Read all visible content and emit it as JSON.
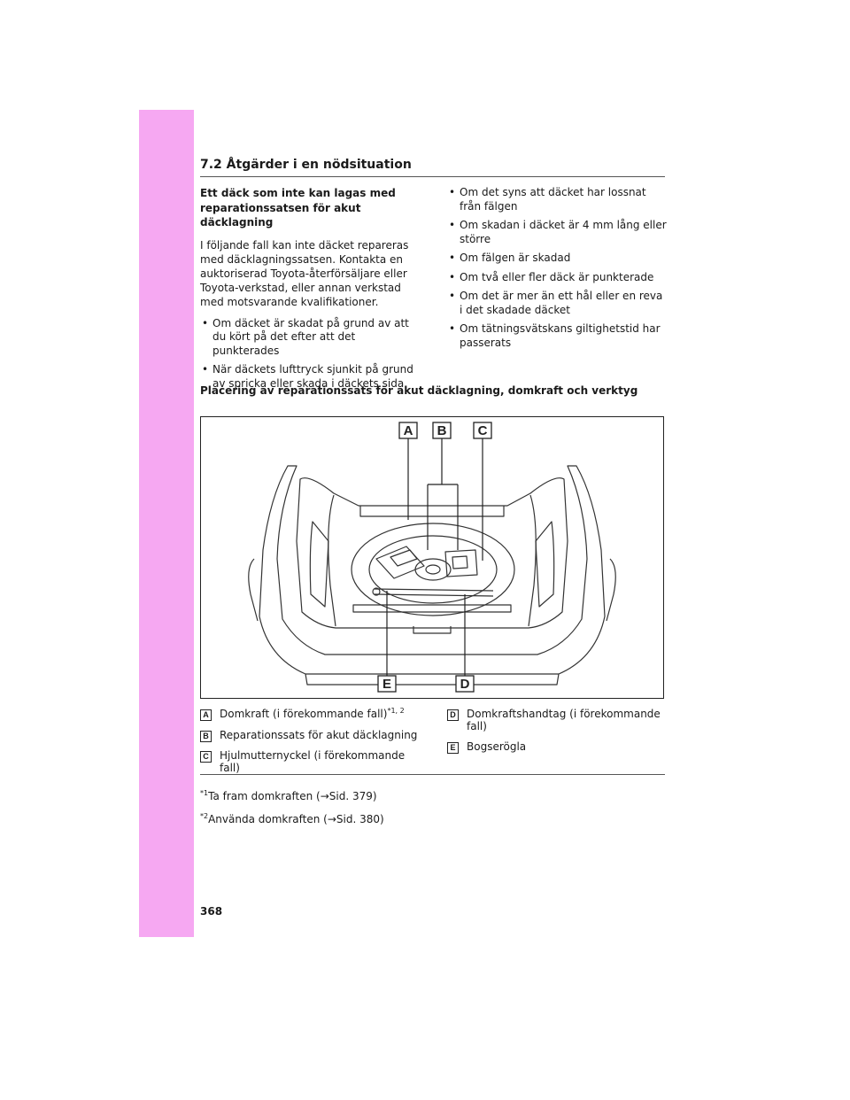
{
  "section": {
    "title": "7.2 Åtgärder i en nödsituation"
  },
  "left_column": {
    "heading": "Ett däck som inte kan lagas med reparationssatsen för akut däcklagning",
    "intro": "I följande fall kan inte däcket repareras med däcklagningssatsen. Kontakta en auktoriserad Toyota-återförsäljare eller Toyota-verkstad, eller annan verkstad med motsvarande kvalifikationer.",
    "bullets": [
      "Om däcket är skadat på grund av att du kört på det efter att det punkterades",
      "När däckets lufttryck sjunkit på grund av spricka eller skada i däckets sida"
    ]
  },
  "right_column": {
    "bullets": [
      "Om det syns att däcket har lossnat från fälgen",
      "Om skadan i däcket är 4 mm lång eller större",
      "Om fälgen är skadad",
      "Om två eller fler däck är punkterade",
      "Om det är mer än ett hål eller en reva i det skadade däcket",
      "Om tätningsvätskans giltighetstid har passerats"
    ]
  },
  "figure": {
    "title": "Placering av reparationssats för akut däcklagning, domkraft och verktyg",
    "callouts": {
      "a": "A",
      "b": "B",
      "c": "C",
      "d": "D",
      "e": "E"
    }
  },
  "legend": {
    "a": {
      "letter": "A",
      "text": "Domkraft (i förekommande fall)",
      "sup": "*1, 2"
    },
    "b": {
      "letter": "B",
      "text": "Reparationssats för akut däcklagning"
    },
    "c": {
      "letter": "C",
      "text": "Hjulmutternyckel (i förekommande fall)"
    },
    "d": {
      "letter": "D",
      "text": "Domkraftshandtag (i förekommande fall)"
    },
    "e": {
      "letter": "E",
      "text": "Bogserögla"
    }
  },
  "footnotes": {
    "n1": {
      "mark": "*1",
      "text": "Ta fram domkraften (→Sid. 379)"
    },
    "n2": {
      "mark": "*2",
      "text": "Använda domkraften (→Sid. 380)"
    }
  },
  "page_number": "368",
  "colors": {
    "side_tab": "#f6a8f2"
  }
}
